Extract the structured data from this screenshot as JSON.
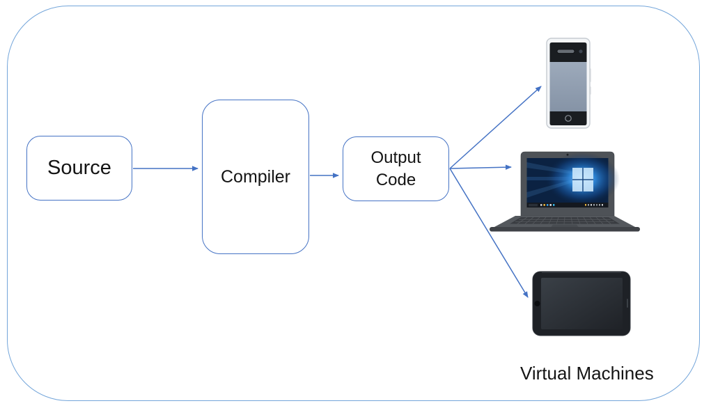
{
  "diagram": {
    "nodes": [
      {
        "id": "source",
        "label": "Source"
      },
      {
        "id": "compiler",
        "label": "Compiler"
      },
      {
        "id": "output-code",
        "label": "Output Code"
      }
    ],
    "edges": [
      {
        "from": "source",
        "to": "compiler"
      },
      {
        "from": "compiler",
        "to": "output-code"
      },
      {
        "from": "output-code",
        "to": "smartphone"
      },
      {
        "from": "output-code",
        "to": "laptop"
      },
      {
        "from": "output-code",
        "to": "tablet"
      }
    ],
    "devices": [
      {
        "id": "smartphone",
        "icon": "smartphone-icon"
      },
      {
        "id": "laptop",
        "icon": "laptop-windows-icon"
      },
      {
        "id": "tablet",
        "icon": "tablet-icon"
      }
    ],
    "caption": "Virtual Machines",
    "colors": {
      "connector": "#4472C4",
      "node_border": "#4472C4",
      "frame_border": "#73A5DA",
      "text": "#141414",
      "wallpaper_blue": "#2F8BE0"
    }
  }
}
